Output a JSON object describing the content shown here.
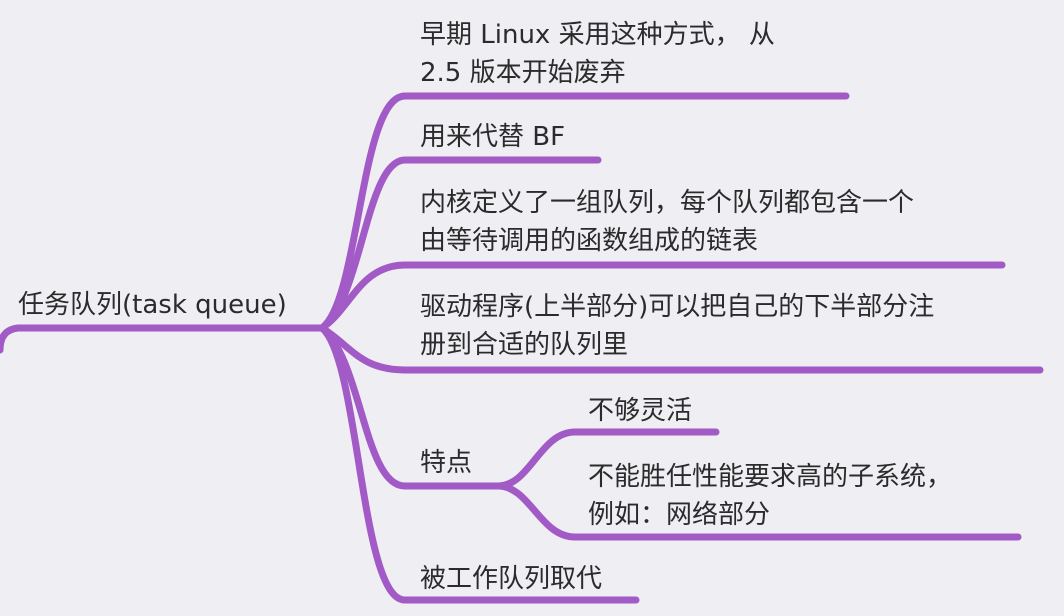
{
  "mindmap": {
    "root": "任务队列(task queue)",
    "branches": [
      {
        "lines": [
          "早期 Linux 采用这种方式， 从",
          "2.5 版本开始废弃"
        ]
      },
      {
        "lines": [
          "用来代替 BF"
        ]
      },
      {
        "lines": [
          "内核定义了一组队列，每个队列都包含一个",
          "由等待调用的函数组成的链表"
        ]
      },
      {
        "lines": [
          "驱动程序(上半部分)可以把自己的下半部分注",
          "册到合适的队列里"
        ]
      },
      {
        "lines": [
          "特点"
        ],
        "children": [
          {
            "lines": [
              "不够灵活"
            ]
          },
          {
            "lines": [
              "不能胜任性能要求高的子系统，",
              "例如：网络部分"
            ]
          }
        ]
      },
      {
        "lines": [
          "被工作队列取代"
        ]
      }
    ],
    "line_color": "#a25bc6"
  }
}
